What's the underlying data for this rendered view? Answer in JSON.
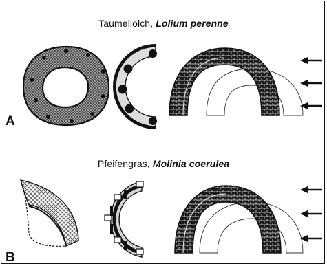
{
  "panel_a": {
    "letter": "A",
    "species_common": "Taumellolch,",
    "species_latin": "Lolium perenne"
  },
  "panel_b": {
    "letter": "B",
    "species_common": "Pfeifengras,",
    "species_latin": "Molinia coerulea"
  },
  "colors": {
    "ink": "#111111",
    "paper": "#ffffff",
    "tissue_fill": "#d9d9d9"
  },
  "icons": [
    "arrow-left-icon"
  ]
}
